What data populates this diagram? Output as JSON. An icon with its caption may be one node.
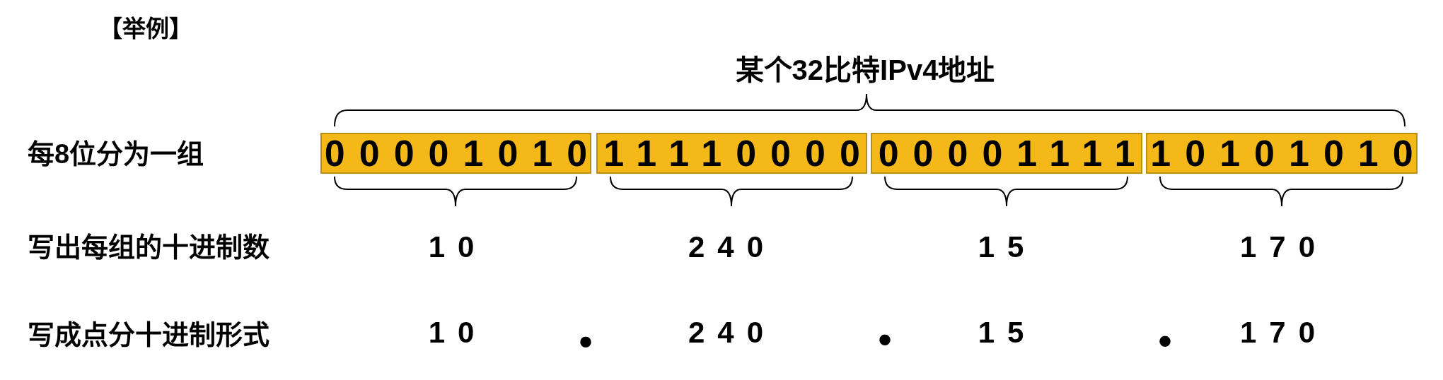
{
  "diagram": {
    "title": "【举例】",
    "nodes": [
      {
        "text": [
          "00001010"
        ]
      },
      {
        "text": [
          "11110000"
        ]
      },
      {
        "text": [
          "00001111"
        ]
      },
      {
        "text": [
          "10101010"
        ]
      }
    ],
    "labels": [
      "某个32比特IPv4地址",
      "每8位分为一组",
      "写出每组的十进制数",
      "10",
      "240",
      "15",
      "170",
      "写成点分十进制形式",
      "10",
      ".",
      "240",
      ".",
      "15",
      ".",
      "170"
    ]
  }
}
